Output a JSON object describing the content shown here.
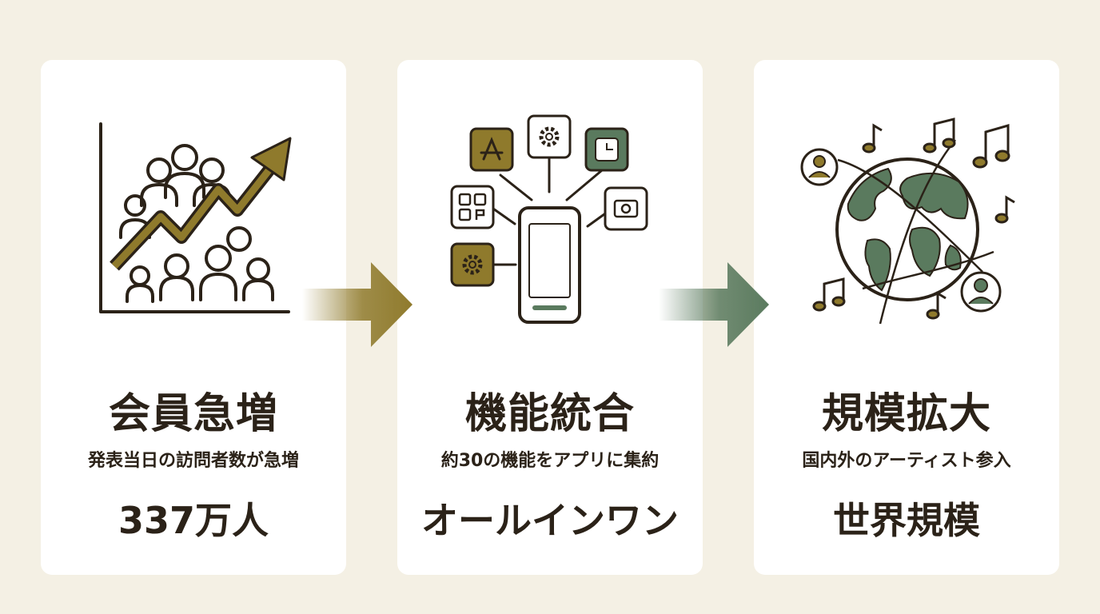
{
  "cards": [
    {
      "title": "会員急増",
      "subtitle": "発表当日の訪問者数が急増",
      "stat": "337万人"
    },
    {
      "title": "機能統合",
      "subtitle": "約30の機能をアプリに集約",
      "stat": "オールインワン"
    },
    {
      "title": "規模拡大",
      "subtitle": "国内外のアーティスト参入",
      "stat": "世界規模"
    }
  ],
  "colors": {
    "dark": "#2b2218",
    "gold": "#8f7a2c",
    "green": "#5a7a5e",
    "background": "#f4f0e4"
  },
  "icons": [
    "growth-chart-icon",
    "smartphone-apps-icon",
    "globe-music-icon"
  ]
}
